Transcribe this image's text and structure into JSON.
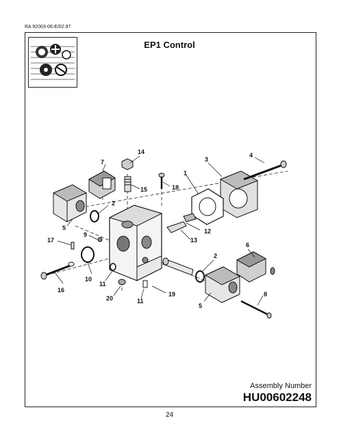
{
  "document": {
    "doc_ref": "RA 92003-06-E/02.97",
    "title": "EP1 Control",
    "assembly_label": "Assembly Number",
    "assembly_number": "HU00602248",
    "page_number": "24"
  },
  "callouts": {
    "c1": "1",
    "c2a": "2",
    "c2b": "2",
    "c3": "3",
    "c4": "4",
    "c5a": "5",
    "c5b": "5",
    "c6": "6",
    "c7": "7",
    "c8": "8",
    "c9": "9",
    "c10": "10",
    "c11a": "11",
    "c11b": "11",
    "c12": "12",
    "c13": "13",
    "c14": "14",
    "c15": "15",
    "c16": "16",
    "c17": "17",
    "c18": "18",
    "c19": "19",
    "c20": "20"
  }
}
